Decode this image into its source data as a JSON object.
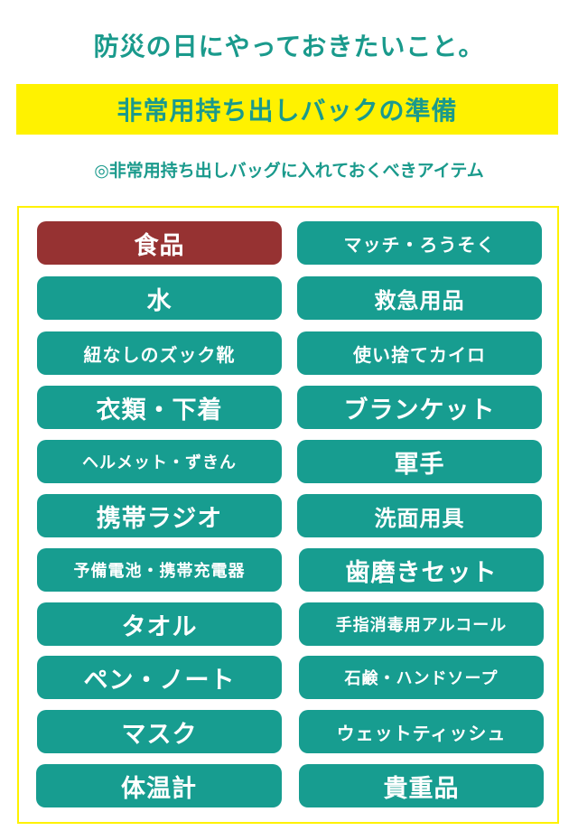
{
  "title": "防災の日にやっておきたいこと。",
  "banner": "非常用持ち出しバックの準備",
  "subtitle": "◎非常用持ち出しバッグに入れておくべきアイテム",
  "items": [
    "食品",
    "マッチ・ろうそく",
    "水",
    "救急用品",
    "紐なしのズック靴",
    "使い捨てカイロ",
    "衣類・下着",
    "ブランケット",
    "ヘルメット・ずきん",
    "軍手",
    "携帯ラジオ",
    "洗面用具",
    "予備電池・携帯充電器",
    "歯磨きセット",
    "タオル",
    "手指消毒用アルコール",
    "ペン・ノート",
    "石鹸・ハンドソープ",
    "マスク",
    "ウェットティッシュ",
    "体温計",
    "貴重品"
  ],
  "colors": {
    "accent": "#1a9a8c",
    "pill": "#179d90",
    "highlight": "#963232",
    "banner": "#fff200"
  }
}
